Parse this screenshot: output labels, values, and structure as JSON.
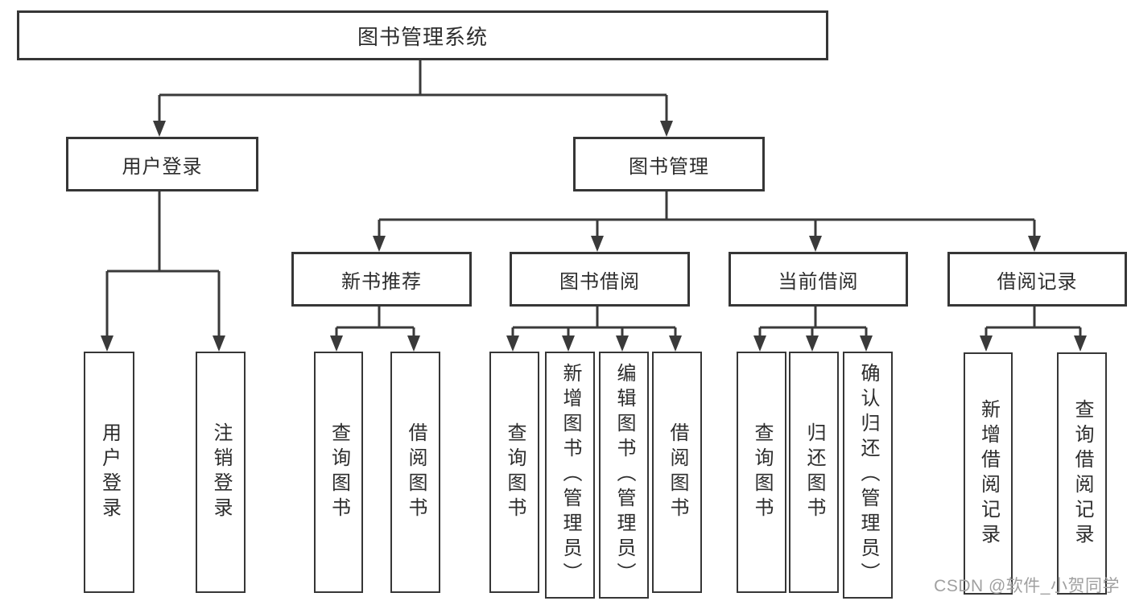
{
  "root": {
    "label": "图书管理系统"
  },
  "level2": {
    "user_login": {
      "label": "用户登录"
    },
    "book_management": {
      "label": "图书管理"
    }
  },
  "level3": {
    "new_book_recommend": {
      "label": "新书推荐"
    },
    "book_borrowing": {
      "label": "图书借阅"
    },
    "current_borrowing": {
      "label": "当前借阅"
    },
    "borrowing_records": {
      "label": "借阅记录"
    }
  },
  "leaves": {
    "user_login": [
      "用户登录",
      "注销登录"
    ],
    "new_book_recommend": [
      "查询图书",
      "借阅图书"
    ],
    "book_borrowing": [
      "查询图书",
      "新增图书（管理员）",
      "编辑图书（管理员）",
      "借阅图书"
    ],
    "current_borrowing": [
      "查询图书",
      "归还图书",
      "确认归还（管理员）"
    ],
    "borrowing_records": [
      "新增借阅记录",
      "查询借阅记录"
    ]
  },
  "watermark": {
    "text": "CSDN @软件_小贺同学"
  },
  "colors": {
    "background": "#ffffff",
    "line": "#3a3a3a",
    "box_border": "#363636",
    "text": "#2d2d2d",
    "watermark": "#a0a0a0"
  }
}
